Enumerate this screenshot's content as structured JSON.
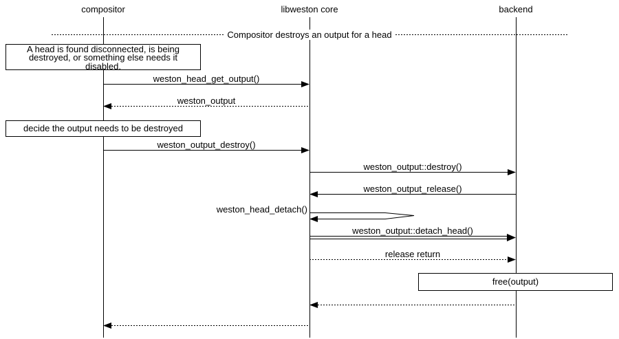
{
  "diagram": {
    "kind": "sequence-diagram",
    "participants": [
      {
        "label": "compositor"
      },
      {
        "label": "libweston core"
      },
      {
        "label": "backend"
      }
    ],
    "divider": {
      "label": "Compositor destroys an output for a head"
    },
    "notes": [
      {
        "lines": [
          "A head is found disconnected, is being",
          "destroyed, or something else needs it",
          "disabled."
        ]
      },
      {
        "text": "decide the output needs to be destroyed"
      },
      {
        "text": "free(output)"
      }
    ],
    "messages": [
      {
        "label": "weston_head_get_output()",
        "from": "compositor",
        "to": "libweston core",
        "line": "solid"
      },
      {
        "label": "weston_output",
        "from": "libweston core",
        "to": "compositor",
        "line": "dotted"
      },
      {
        "label": "weston_output_destroy()",
        "from": "compositor",
        "to": "libweston core",
        "line": "solid"
      },
      {
        "label": "weston_output::destroy()",
        "from": "libweston core",
        "to": "backend",
        "line": "solid"
      },
      {
        "label": "weston_output_release()",
        "from": "backend",
        "to": "libweston core",
        "line": "solid"
      },
      {
        "label": "weston_head_detach()",
        "from": "libweston core",
        "to": "libweston core",
        "line": "self"
      },
      {
        "label": "weston_output::detach_head()",
        "from": "libweston core",
        "to": "backend",
        "line": "double"
      },
      {
        "label": "release return",
        "from": "libweston core",
        "to": "backend",
        "line": "dotted"
      },
      {
        "label": "",
        "from": "backend",
        "to": "libweston core",
        "line": "dotted"
      },
      {
        "label": "",
        "from": "libweston core",
        "to": "compositor",
        "line": "dotted"
      }
    ]
  }
}
